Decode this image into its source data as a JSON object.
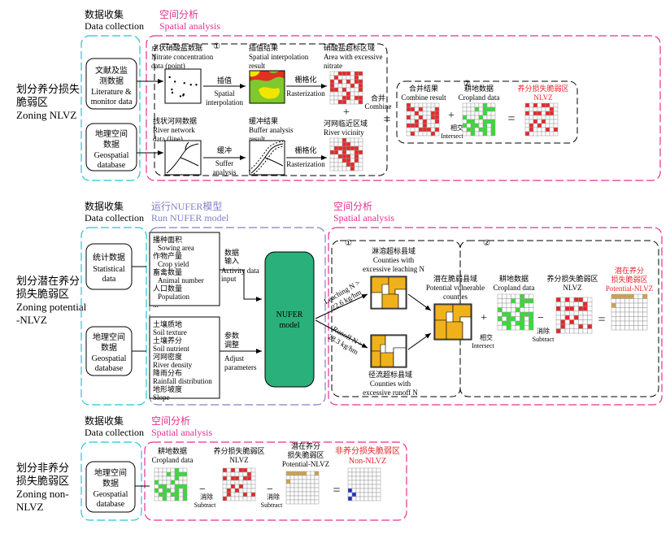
{
  "colors": {
    "black": "#000000",
    "red": "#e8262a",
    "pink": "#e6308f",
    "cyan": "#22c4d8",
    "purple": "#8080c8",
    "green_grid": "#33dd33",
    "green_model": "#2ab07a",
    "orange": "#f0b21c",
    "tan": "#cda34c",
    "blue": "#1e30d0",
    "interp_red": "#e03020",
    "interp_green": "#7fc92e",
    "interp_yellow": "#f2e600"
  },
  "section1": {
    "zone": [
      "划分养分损失",
      "脆弱区",
      "Zoning NLVZ"
    ],
    "dc": [
      "数据收集",
      "Data collection"
    ],
    "sa": [
      "空间分析",
      "Spatial analysis"
    ],
    "src1": [
      "文献及监",
      "测数据",
      "Literature &",
      "monitor data"
    ],
    "src2": [
      "地理空间",
      "数据",
      "Geospatial",
      "database"
    ],
    "step_num1": "①",
    "step_num2": "②",
    "point_data": [
      "点状硝酸盐数据",
      "Nitrate concentration",
      "data (point)"
    ],
    "interp_op": [
      "插值",
      "Spatial",
      "interpolation"
    ],
    "interp_result": [
      "插值结果",
      "Spatial interpolation",
      "result"
    ],
    "raster_op": [
      "栅格化",
      "Rasterization"
    ],
    "excess_area": [
      "硝酸盐超标区域",
      "Area with excessive",
      "nitrate"
    ],
    "river_data": [
      "线状河网数据",
      "River network",
      "data (line)"
    ],
    "buffer_op": [
      "缓冲",
      "Suffer",
      "analysis"
    ],
    "buffer_result": [
      "缓冲结果",
      "Buffer analysis",
      "result"
    ],
    "raster_op2": [
      "栅格化",
      "Rasterization"
    ],
    "river_vicinity": [
      "河网临近区域",
      "River vicinity"
    ],
    "plus": "+",
    "combine_op": [
      "合并",
      "Combine"
    ],
    "equals": "=",
    "combine_result": [
      "合并结果",
      "Combine result"
    ],
    "cropland": [
      "耕地数据",
      "Cropland data"
    ],
    "intersect_op": [
      "相交",
      "Intersect"
    ],
    "nlvz": [
      "养分损失脆弱区",
      "NLVZ"
    ]
  },
  "section2": {
    "zone": [
      "划分潜在养分",
      "损失脆弱区",
      "Zoning potential",
      "-NLVZ"
    ],
    "dc": [
      "数据收集",
      "Data collection"
    ],
    "run": [
      "运行NUFER模型",
      "Run NUFER model"
    ],
    "sa": [
      "空间分析",
      "Spatial analysis"
    ],
    "src1": [
      "统计数据",
      "Statistical",
      "data"
    ],
    "src2": [
      "地理空间",
      "数据",
      "Geospatial",
      "database"
    ],
    "list1": [
      "播种面积",
      "Sowing area",
      "作物产量",
      "Crop yield",
      "畜禽数量",
      "Animal number",
      "人口数量",
      "Population",
      "..."
    ],
    "list2": [
      "土壤质地",
      "Soil texture",
      "土壤养分",
      "Soil nutrient",
      "河网密度",
      "River density",
      "降雨分布",
      "Rainfall distribution",
      "地形坡度",
      "Slope"
    ],
    "activity": [
      "数据",
      "输入",
      "Activity data",
      "input"
    ],
    "adjust": [
      "参数",
      "调整",
      "Adjust",
      "parameters"
    ],
    "model": [
      "NUFER",
      "model"
    ],
    "step_num1": "①",
    "step_num2": "②",
    "leach_label": [
      "淋溶超标县域",
      "Counties with",
      "excessive leaching N"
    ],
    "leach_arrow": [
      "Leaching N >",
      "22.6 kg/hm"
    ],
    "runoff_arrow": [
      "Runoff N >",
      "28.3 kg/hm"
    ],
    "runoff_label": [
      "径流超标县域",
      "Counties with",
      "excessive runoff N"
    ],
    "vuln": [
      "潜在脆弱县域",
      "Potential vulnerable",
      "counties"
    ],
    "intersect_op": [
      "相交",
      "Intersect"
    ],
    "cropland": [
      "耕地数据",
      "Cropland data"
    ],
    "nlvz": [
      "养分损失脆弱区",
      "NLVZ"
    ],
    "subtract_op": [
      "消除",
      "Subtract"
    ],
    "equals": "=",
    "plus": "+",
    "minus": "−",
    "potential": [
      "潜在养分",
      "损失脆弱区",
      "Potential-NLVZ"
    ]
  },
  "section3": {
    "zone": [
      "划分非养分",
      "损失脆弱区",
      "Zoning non-",
      "NLVZ"
    ],
    "dc": [
      "数据收集",
      "Data collection"
    ],
    "sa": [
      "空间分析",
      "Spatial analysis"
    ],
    "src": [
      "地理空间",
      "数据",
      "Geospatial",
      "database"
    ],
    "cropland": [
      "耕地数据",
      "Cropland data"
    ],
    "nlvz": [
      "养分损失脆弱区",
      "NLVZ"
    ],
    "potential": [
      "潜在养分",
      "损失脆弱区",
      "Potential-NLVZ"
    ],
    "non_nlvz": [
      "非养分损失脆弱区",
      "Non-NLVZ"
    ],
    "subtract_op": [
      "消除",
      "Subtract"
    ],
    "minus": "−",
    "equals": "="
  }
}
